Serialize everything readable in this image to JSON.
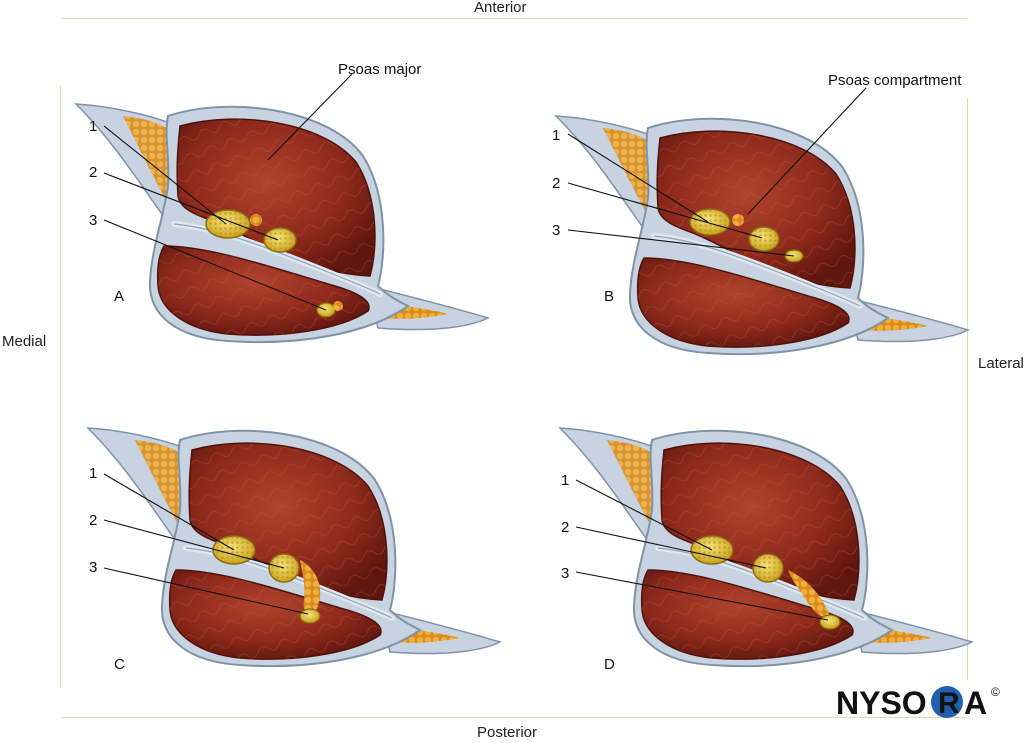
{
  "orientation": {
    "anterior": "Anterior",
    "posterior": "Posterior",
    "medial": "Medial",
    "lateral": "Lateral"
  },
  "callouts": {
    "psoas_major": "Psoas major",
    "psoas_compartment": "Psoas compartment"
  },
  "panels": [
    {
      "letter": "A",
      "labels": [
        "1",
        "2",
        "3"
      ]
    },
    {
      "letter": "B",
      "labels": [
        "1",
        "2",
        "3"
      ]
    },
    {
      "letter": "C",
      "labels": [
        "1",
        "2",
        "3"
      ]
    },
    {
      "letter": "D",
      "labels": [
        "1",
        "2",
        "3"
      ]
    }
  ],
  "logo": {
    "text_left": "NYSO",
    "text_circle": "R",
    "text_right": "A",
    "mark": "©"
  },
  "colors": {
    "muscle": "#8e2a1c",
    "muscle_dark": "#5e160e",
    "fascia": "#bcc9d8",
    "fascia_dark": "#7f93a8",
    "fat": "#e09a2a",
    "nerve": "#e6c92e",
    "brand_blue": "#1f5fae"
  }
}
